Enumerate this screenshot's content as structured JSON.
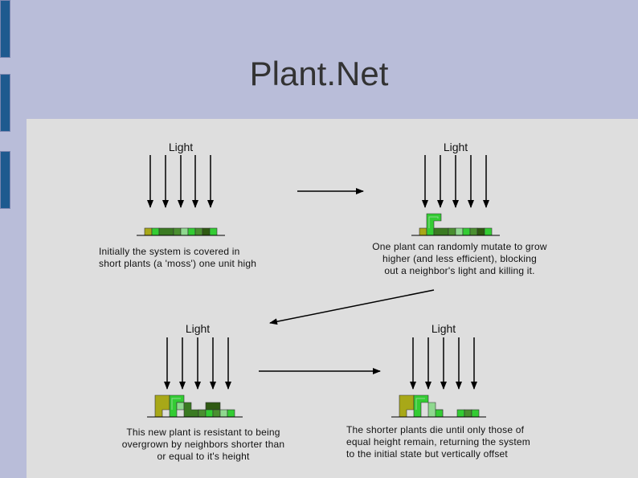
{
  "title": "Plant.Net",
  "steps": [
    {
      "light_label": "Light",
      "caption_lines": [
        "Initially the system is covered in",
        "short plants (a 'moss') one unit high"
      ]
    },
    {
      "light_label": "Light",
      "caption_lines": [
        "One plant can randomly mutate to grow",
        "higher (and less efficient), blocking",
        "out a neighbor's light and killing it."
      ]
    },
    {
      "light_label": "Light",
      "caption_lines": [
        "This new plant is resistant to being",
        "overgrown by neighbors shorter than",
        "or equal to it's height"
      ]
    },
    {
      "light_label": "Light",
      "caption_lines": [
        "The shorter plants die until only those of",
        "equal height remain, returning the system",
        "to the initial state but vertically offset"
      ]
    }
  ],
  "colors": {
    "olive": "#a8a818",
    "green_bright": "#33cc33",
    "green_dark": "#3a7a22",
    "green_mid": "#4a8f30",
    "green_light": "#8fd88f",
    "green_deep": "#2f5a12"
  }
}
